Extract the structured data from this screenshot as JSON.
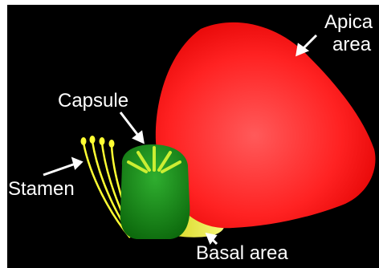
{
  "labels": {
    "apical_line1": "Apica",
    "apical_line2": "area",
    "capsule": "Capsule",
    "stamen": "Stamen",
    "basal": "Basal area"
  },
  "colors": {
    "background": "#000000",
    "petal": "#ff2020",
    "capsule": "#1f8a1f",
    "stamen": "#ffff33",
    "basal": "#f0f040",
    "text": "#ffffff"
  }
}
